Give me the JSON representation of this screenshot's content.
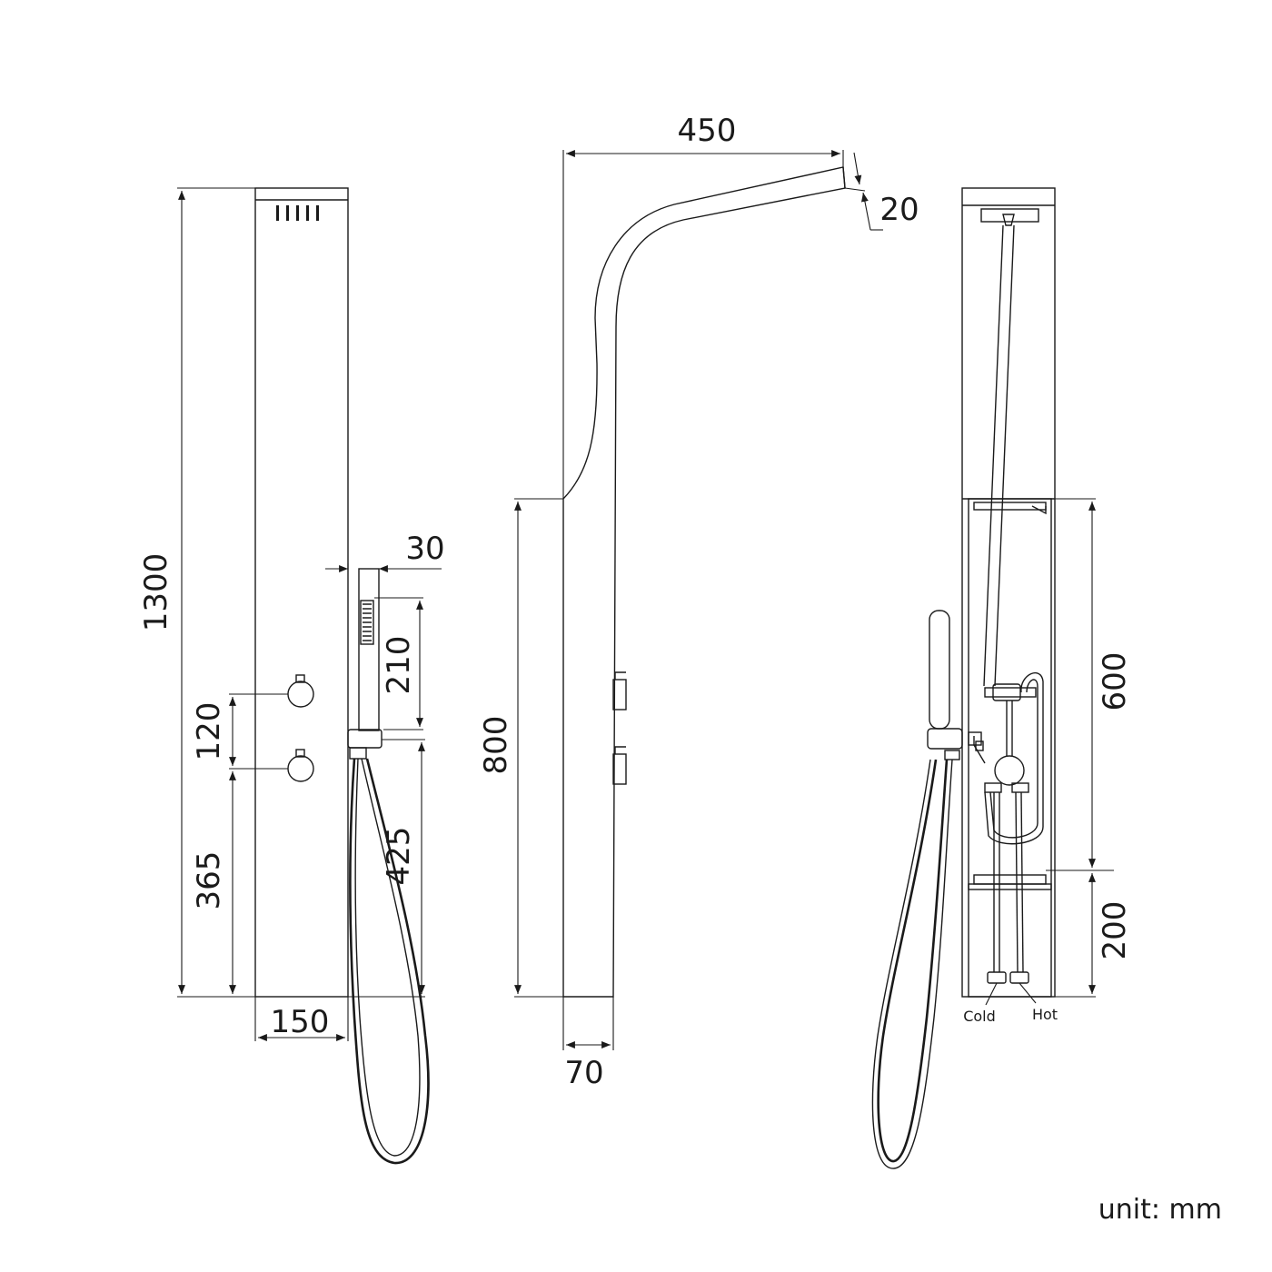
{
  "dimensions": {
    "height_total": "1300",
    "valve_spacing": "120",
    "lower_valve_height": "365",
    "panel_width": "150",
    "handset_width": "30",
    "handset_length": "210",
    "holder_height": "425",
    "arm_reach": "450",
    "arm_drop": "20",
    "lower_section_height": "800",
    "panel_depth": "70",
    "mixer_section_height": "600",
    "bottom_section_height": "200"
  },
  "labels": {
    "cold": "Cold",
    "hot": "Hot"
  },
  "unit_label": "unit: mm"
}
